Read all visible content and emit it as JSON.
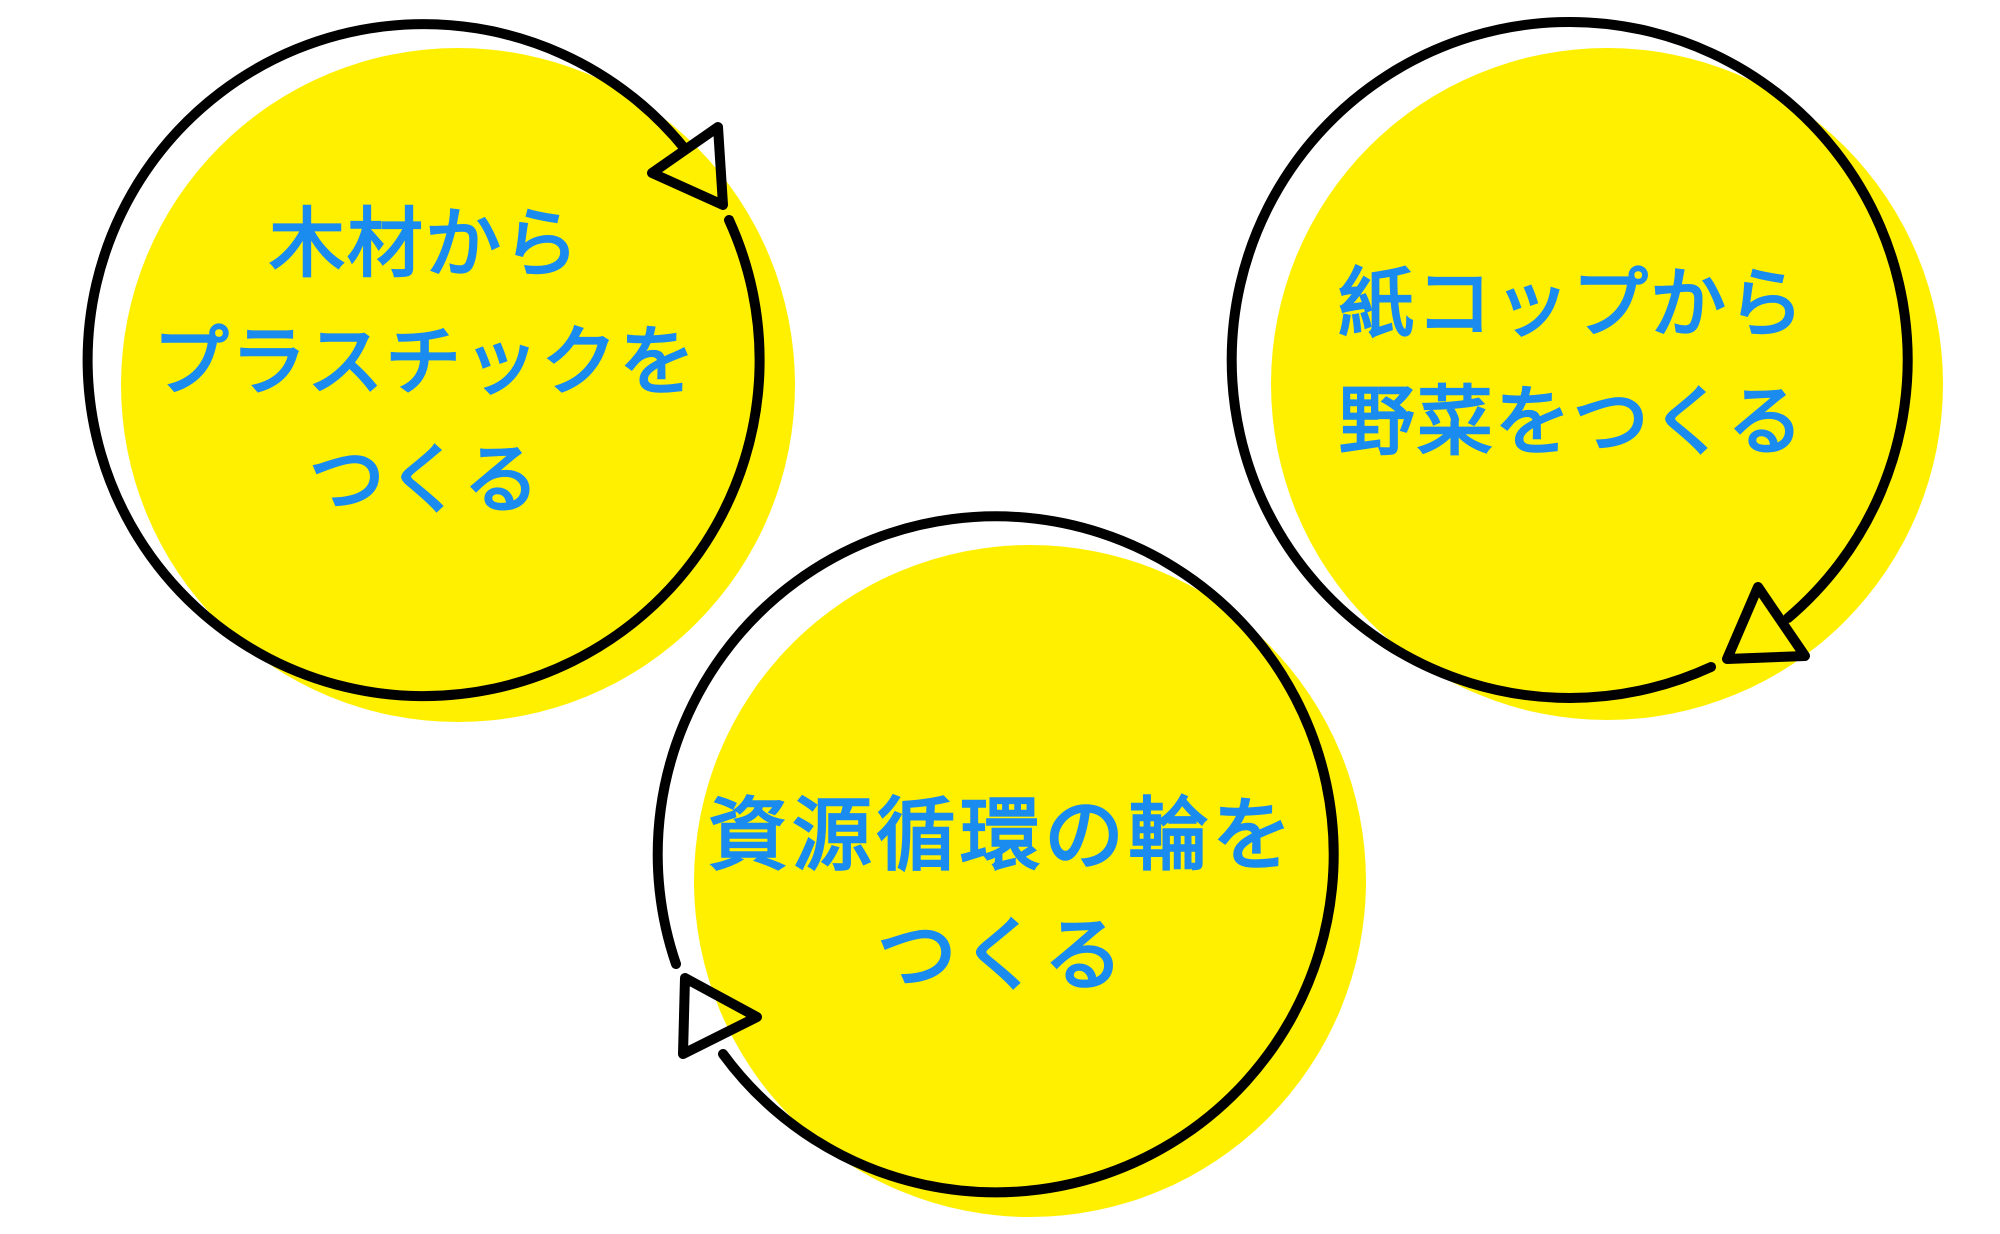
{
  "colors": {
    "background": "#ffffff",
    "circle_fill": "#fff000",
    "ring_stroke": "#000000",
    "text": "#1a8cf0"
  },
  "diagram": {
    "type": "cycle",
    "nodes": [
      {
        "id": "wood-to-plastic",
        "lines": [
          "木材から",
          "プラスチックを",
          "つくる"
        ],
        "position": "top-left",
        "arrow_direction": "clockwise"
      },
      {
        "id": "paper-cup-to-vegetables",
        "lines": [
          "紙コップから",
          "野菜をつくる"
        ],
        "position": "top-right",
        "arrow_direction": "clockwise"
      },
      {
        "id": "resource-circulation",
        "lines": [
          "資源循環の輪を",
          "つくる"
        ],
        "position": "bottom-center",
        "arrow_direction": "clockwise"
      }
    ]
  }
}
